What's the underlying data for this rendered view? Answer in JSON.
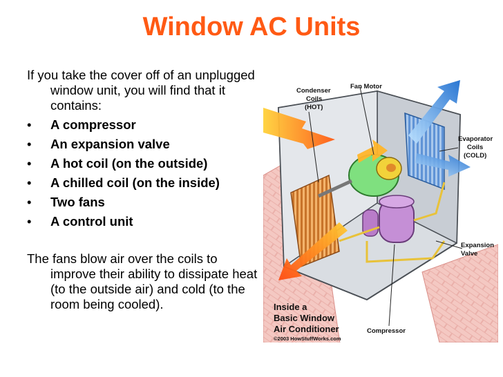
{
  "slide": {
    "title": "Window AC Units",
    "intro": "If you take the cover off of an unplugged window unit, you will find that it contains:",
    "bullets": [
      "A compressor",
      "An expansion valve",
      "A hot coil (on the outside)",
      "A chilled coil (on the inside)",
      "Two fans",
      "A control unit"
    ],
    "outro": "The fans blow air over the coils to improve their ability to dissipate heat (to the outside air) and cold (to the room being cooled)."
  },
  "diagram": {
    "labels": {
      "condenser_line1": "Condenser",
      "condenser_line2": "Coils",
      "condenser_line3": "(HOT)",
      "fan_motor": "Fan Motor",
      "evaporator_line1": "Evaporator",
      "evaporator_line2": "Coils",
      "evaporator_line3": "(COLD)",
      "expansion_line1": "Expansion",
      "expansion_line2": "Valve",
      "compressor": "Compressor"
    },
    "caption_line1": "Inside a",
    "caption_line2": "Basic Window",
    "caption_line3": "Air Conditioner",
    "copyright": "©2003 HowStuffWorks.com"
  },
  "colors": {
    "title": "#ff5a14",
    "hot_arrow": "#ff7a1a",
    "cold_arrow": "#2f7fd9",
    "brick": "#e8a5a0"
  }
}
